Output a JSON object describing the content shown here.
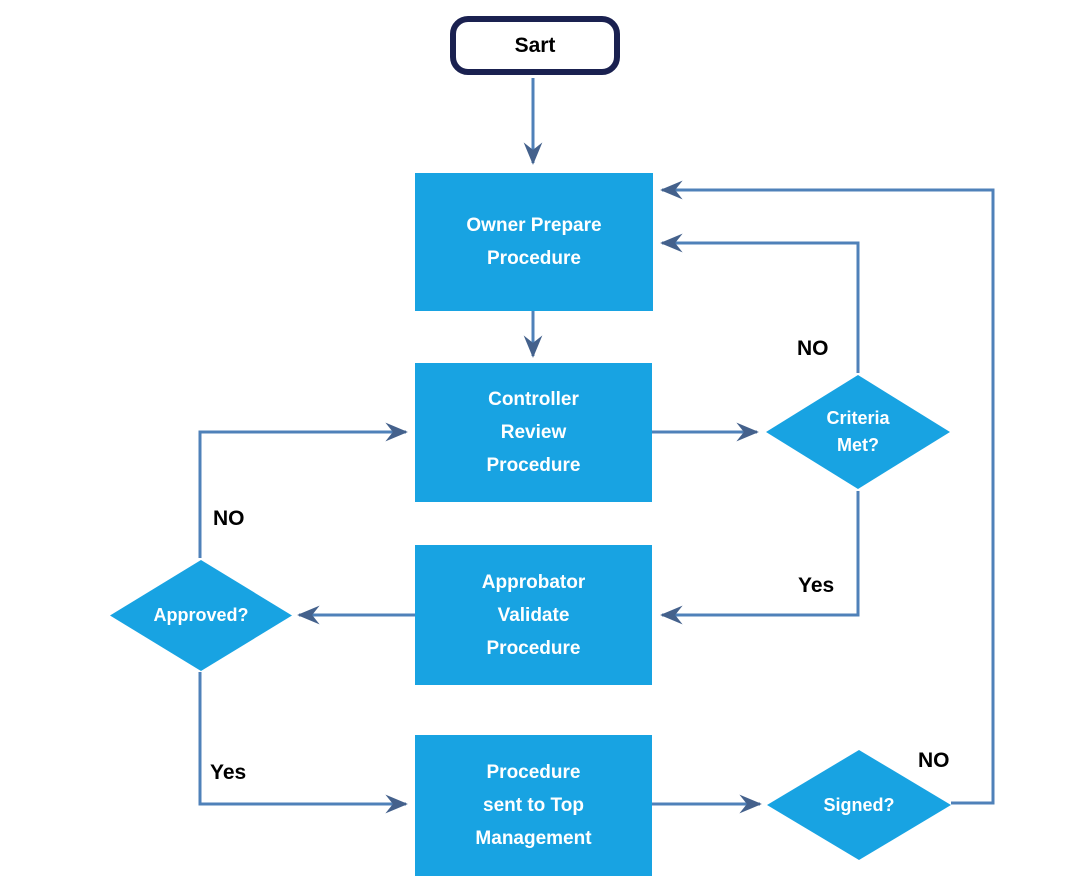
{
  "nodes": {
    "start": {
      "label": "Sart",
      "type": "terminator"
    },
    "owner_prepare": {
      "label": "Owner Prepare\nProcedure",
      "type": "process"
    },
    "controller_review": {
      "label": "Controller\nReview\nProcedure",
      "type": "process"
    },
    "approbator_validate": {
      "label": "Approbator\nValidate\nProcedure",
      "type": "process"
    },
    "procedure_sent": {
      "label": "Procedure\nsent to Top\nManagement",
      "type": "process"
    },
    "criteria_met": {
      "label": "Criteria\nMet?",
      "type": "decision"
    },
    "approved": {
      "label": "Approved?",
      "type": "decision"
    },
    "signed": {
      "label": "Signed?",
      "type": "decision"
    }
  },
  "edge_labels": {
    "criteria_no": "NO",
    "criteria_yes": "Yes",
    "approved_no": "NO",
    "approved_yes": "Yes",
    "signed_no": "NO"
  },
  "edges": [
    {
      "from": "start",
      "to": "owner_prepare"
    },
    {
      "from": "owner_prepare",
      "to": "controller_review"
    },
    {
      "from": "controller_review",
      "to": "criteria_met"
    },
    {
      "from": "criteria_met",
      "to": "owner_prepare",
      "label": "NO"
    },
    {
      "from": "criteria_met",
      "to": "approbator_validate",
      "label": "Yes"
    },
    {
      "from": "approbator_validate",
      "to": "approved"
    },
    {
      "from": "approved",
      "to": "controller_review",
      "label": "NO"
    },
    {
      "from": "approved",
      "to": "procedure_sent",
      "label": "Yes"
    },
    {
      "from": "procedure_sent",
      "to": "signed"
    },
    {
      "from": "signed",
      "to": "owner_prepare",
      "label": "NO"
    }
  ],
  "colors": {
    "node_fill": "#18a3e2",
    "node_text": "#ffffff",
    "start_border": "#1a2150",
    "connector": "#4f81b9",
    "arrowhead": "#44618c",
    "label_text": "#000000",
    "background": "#ffffff"
  }
}
